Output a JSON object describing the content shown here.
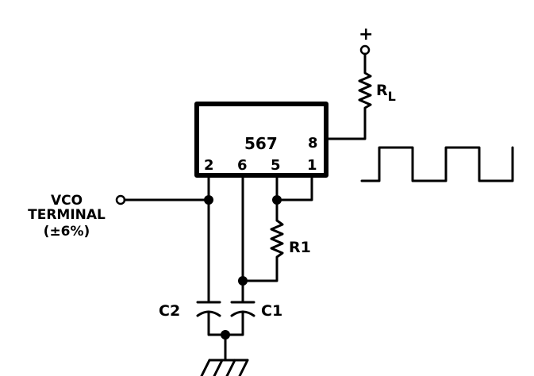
{
  "circuit": {
    "chip_label": "567",
    "pins": {
      "p8": "8",
      "p2": "2",
      "p6": "6",
      "p5": "5",
      "p1": "1"
    },
    "supply_symbol": "+",
    "load_resistor": {
      "base": "R",
      "subscript": "L"
    },
    "resistor_r1": "R1",
    "capacitor_c1": "C1",
    "capacitor_c2": "C2",
    "vco_terminal": {
      "line1": "VCO",
      "line2": "TERMINAL",
      "line3": "(±6%)"
    }
  },
  "colors": {
    "ink": "#000000",
    "background": "#ffffff"
  }
}
